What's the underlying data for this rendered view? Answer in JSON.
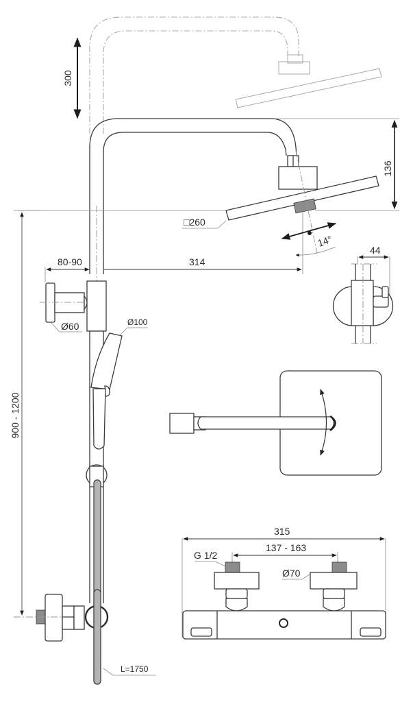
{
  "drawing": {
    "title": "Shower system technical drawing",
    "dimensions": {
      "arm_raise": "300",
      "head_height": "136",
      "head_size": "□260",
      "tilt_angle": "14°",
      "wall_offset": "80-90",
      "arm_reach": "314",
      "handle_depth": "44",
      "bracket_diameter": "Ø60",
      "handshower_diameter": "Ø100",
      "mount_height": "900 - 1200",
      "mixer_width": "315",
      "inlet_spacing": "137 - 163",
      "inlet_thread": "G 1/2",
      "flange_diameter": "Ø70",
      "hose_length": "L=1750"
    }
  }
}
